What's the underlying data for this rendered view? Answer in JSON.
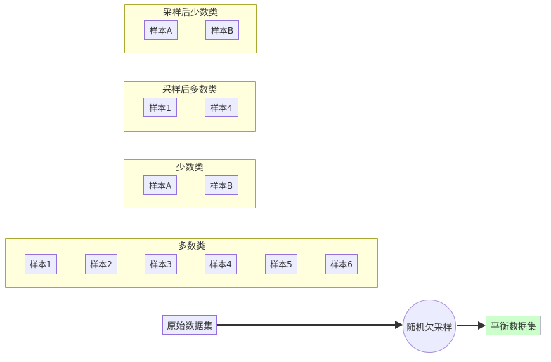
{
  "diagram": {
    "groups": [
      {
        "title": "采样后少数类",
        "nodes": [
          "样本A",
          "样本B"
        ]
      },
      {
        "title": "采样后多数类",
        "nodes": [
          "样本1",
          "样本4"
        ]
      },
      {
        "title": "少数类",
        "nodes": [
          "样本A",
          "样本B"
        ]
      },
      {
        "title": "多数类",
        "nodes": [
          "样本1",
          "样本2",
          "样本3",
          "样本4",
          "样本5",
          "样本6"
        ]
      }
    ],
    "flow": {
      "source": "原始数据集",
      "process": "随机欠采样",
      "result": "平衡数据集"
    },
    "colors": {
      "group_fill": "#ffffde",
      "group_border": "#aaaa33",
      "node_fill": "#ececff",
      "node_border": "#9370db",
      "result_fill": "#ccffcc",
      "result_border": "#b8b8c8",
      "edge": "#333333",
      "text": "#333333",
      "background": "#ffffff"
    }
  }
}
